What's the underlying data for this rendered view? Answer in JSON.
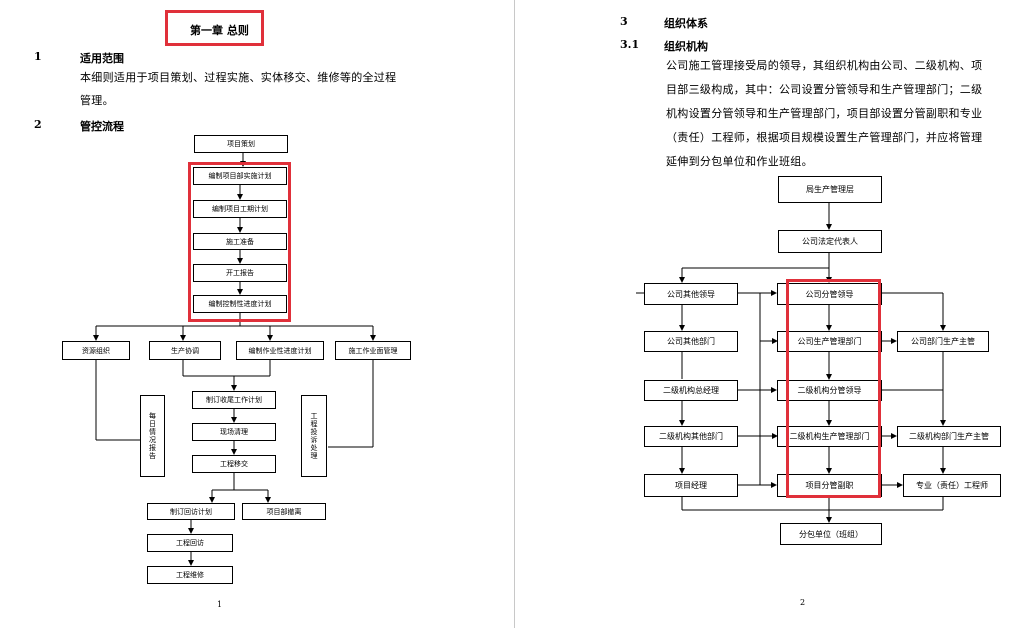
{
  "left": {
    "chapter_title": "第一章 总则",
    "sections": [
      {
        "num": "1",
        "title": "适用范围"
      },
      {
        "num": "2",
        "title": "管控流程"
      }
    ],
    "para_lines": [
      "本细则适用于项目策划、过程实施、实体移交、维修等的全过程",
      "管理。"
    ],
    "flow": {
      "plan": "项目策划",
      "impl_plan": "编制项目部实施计划",
      "schedule": "编制项目工期计划",
      "prep": "施工准备",
      "start_report": "开工报告",
      "control_plan": "编制控制性进度计划",
      "resource": "资源组织",
      "coord": "生产协调",
      "work_plan": "编制作业性进度计划",
      "site_mgmt": "施工作业面管理",
      "daily": "每日情况报告",
      "complaint": "工程投诉处理",
      "closing_plan": "制订收尾工作计划",
      "cleanup": "现场清理",
      "handover": "工程移交",
      "revisit_plan": "制订回访计划",
      "evac": "项目部撤离",
      "revisit": "工程回访",
      "maintenance": "工程维修"
    },
    "page_number": "1"
  },
  "right": {
    "sections": [
      {
        "num": "3",
        "title": "组织体系"
      },
      {
        "num": "3.1",
        "title": "组织机构"
      }
    ],
    "para_lines": [
      "公司施工管理接受局的领导，其组织机构由公司、二级机构、项",
      "目部三级构成，其中：公司设置分管领导和生产管理部门；二级",
      "机构设置分管领导和生产管理部门，项目部设置分管副职和专业",
      "（责任）工程师，根据项目规模设置生产管理部门，并应将管理",
      "延伸到分包单位和作业班组。"
    ],
    "org": {
      "bureau": "局生产管理层",
      "legal": "公司法定代表人",
      "other_leaders": "公司其他领导",
      "leader": "公司分管领导",
      "other_depts": "公司其他部门",
      "prod_dept": "公司生产管理部门",
      "dept_head": "公司部门生产主管",
      "gm2": "二级机构总经理",
      "leader2": "二级机构分管领导",
      "other2": "二级机构其他部门",
      "prod2": "二级机构生产管理部门",
      "head2": "二级机构部门生产主管",
      "pm": "项目经理",
      "deputy": "项目分管副职",
      "engineer": "专业（责任）工程师",
      "sub": "分包单位（班组）"
    },
    "page_number": "2"
  }
}
